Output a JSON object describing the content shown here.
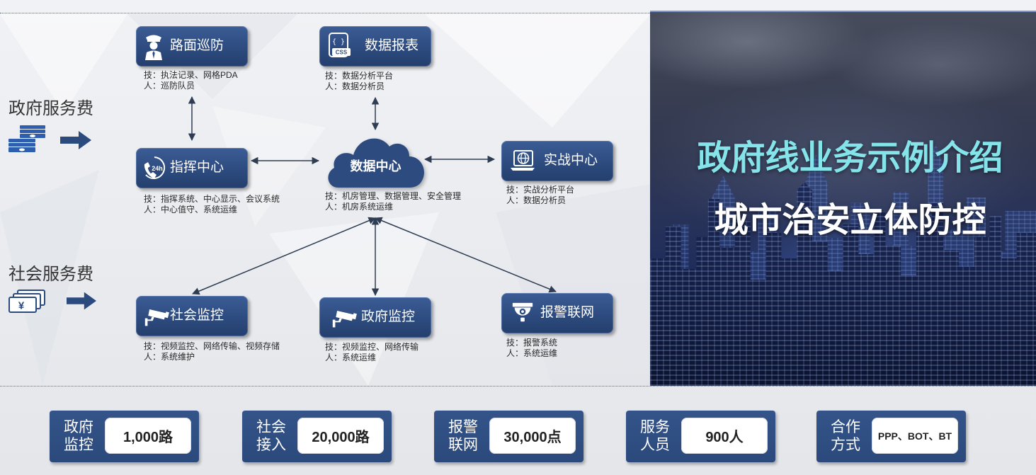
{
  "slide": {
    "fees": {
      "government": "政府服务费",
      "social": "社会服务费",
      "yuan_symbol": "¥",
      "government_icon": "money-stack-icon",
      "social_icon": "yuan-bills-icon",
      "arrow_icon": "right-arrow-icon"
    },
    "nodes": {
      "patrol": {
        "title": "路面巡防",
        "tech": "技：执法记录、网格PDA",
        "people": "人：巡防队员",
        "icon": "police-officer-icon"
      },
      "report": {
        "title": "数据报表",
        "tech": "技：数据分析平台",
        "people": "人：数据分析员",
        "icon": "css-file-icon",
        "icon_braces": "{ }",
        "icon_text": "CSS"
      },
      "command": {
        "title": "指挥中心",
        "tech": "技：指挥系统、中心显示、会议系统",
        "people": "人：中心值守、系统运维",
        "icon": "24h-phone-icon",
        "icon_text": "24h"
      },
      "datacenter": {
        "title": "数据中心",
        "tech": "技：机房管理、数据管理、安全管理",
        "people": "人：机房系统运维",
        "icon": "cloud-icon"
      },
      "combat": {
        "title": "实战中心",
        "tech": "技：实战分析平台",
        "people": "人：数据分析员",
        "icon": "globe-computer-icon"
      },
      "social_monitor": {
        "title": "社会监控",
        "tech": "技：视频监控、网络传输、视频存储",
        "people": "人：系统维护",
        "icon": "cctv-camera-icon"
      },
      "gov_monitor": {
        "title": "政府监控",
        "tech": "技：视频监控、网络传输",
        "people": "人：系统运维",
        "icon": "cctv-camera-icon"
      },
      "alarm": {
        "title": "报警联网",
        "tech": "技：报警系统",
        "people": "人：系统运维",
        "icon": "dome-camera-icon"
      }
    },
    "hero": {
      "title": "政府线业务示例介绍",
      "subtitle": "城市治安立体防控"
    },
    "stats": [
      {
        "label": [
          "政府",
          "监控"
        ],
        "value": "1,000路"
      },
      {
        "label": [
          "社会",
          "接入"
        ],
        "value": "20,000路"
      },
      {
        "label": [
          "报警",
          "联网"
        ],
        "value": "30,000点"
      },
      {
        "label": [
          "服务",
          "人员"
        ],
        "value": "900人"
      },
      {
        "label": [
          "合作",
          "方式"
        ],
        "value": "PPP、BOT、BT"
      }
    ],
    "colors": {
      "node_bg": "#2d4b7f",
      "node_bg_light": "#3b5c95",
      "icon_blue": "#2e5fae",
      "arrow_blue": "#2b4a7e",
      "connector": "#2f3d52",
      "hero_title": "#84e4ea",
      "text_dark": "#2a2a2a"
    }
  }
}
